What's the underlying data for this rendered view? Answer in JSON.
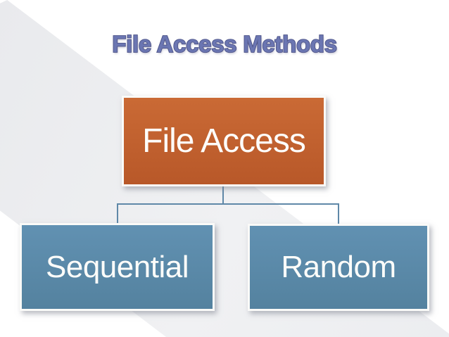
{
  "slide": {
    "title": "File Access Methods",
    "diagram": {
      "root": {
        "label": "File Access"
      },
      "children": [
        {
          "label": "Sequential"
        },
        {
          "label": "Random"
        }
      ]
    },
    "colors": {
      "title_fill": "#6B76B2",
      "title_outline": "#4A5187",
      "root_box_orange": "#BF5E2C",
      "child_box_blue": "#5A8CAE",
      "box_border": "#FAFAF8",
      "connector": "#5F88A8",
      "background_band_gray": "#EDEEF0",
      "background": "#FFFFFF"
    }
  }
}
